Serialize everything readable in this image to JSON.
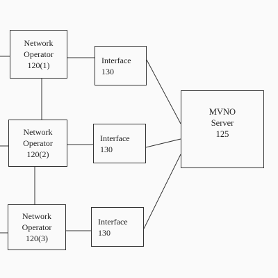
{
  "operators": [
    {
      "line1": "Network",
      "line2": "Operator",
      "line3": "120(1)"
    },
    {
      "line1": "Network",
      "line2": "Operator",
      "line3": "120(2)"
    },
    {
      "line1": "Network",
      "line2": "Operator",
      "line3": "120(3)"
    }
  ],
  "interfaces": [
    {
      "line1": "Interface",
      "line2": "130"
    },
    {
      "line1": "Interface",
      "line2": "130"
    },
    {
      "line1": "Interface",
      "line2": "130"
    }
  ],
  "server": {
    "line1": "MVNO",
    "line2": "Server",
    "line3": "125"
  }
}
